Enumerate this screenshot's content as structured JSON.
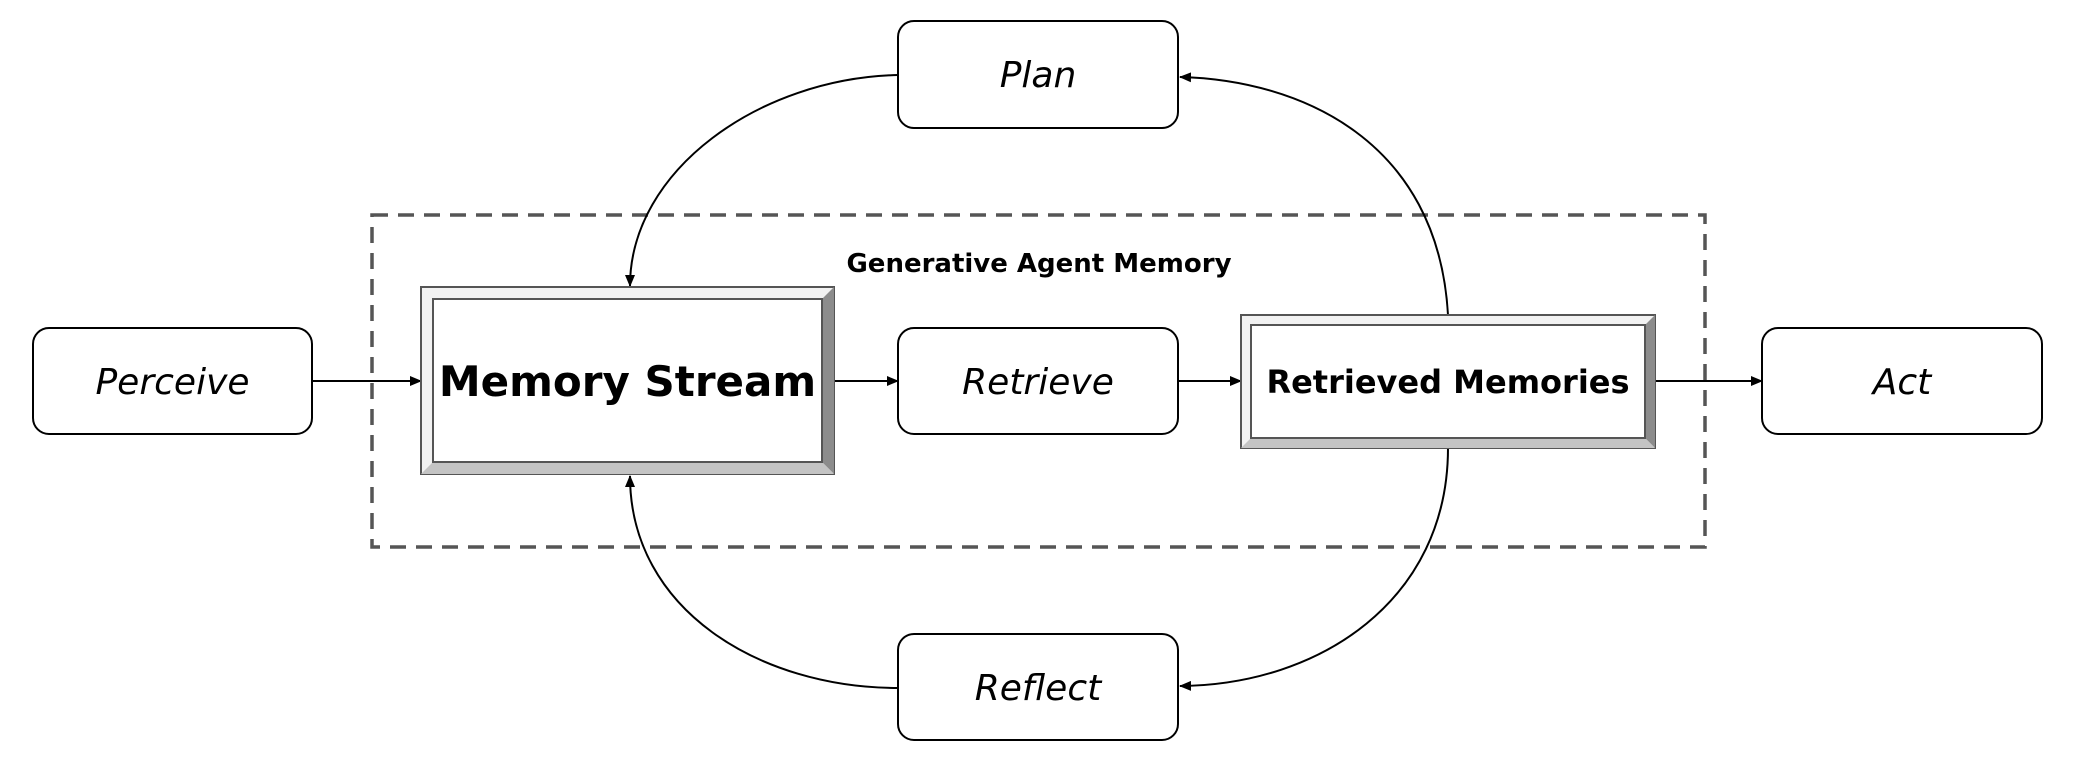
{
  "group": {
    "label": "Generative Agent Memory"
  },
  "nodes": {
    "perceive": {
      "label": "Perceive"
    },
    "memory_stream": {
      "label": "Memory Stream"
    },
    "retrieve": {
      "label": "Retrieve"
    },
    "retrieved_memories": {
      "label": "Retrieved Memories"
    },
    "act": {
      "label": "Act"
    },
    "plan": {
      "label": "Plan"
    },
    "reflect": {
      "label": "Reflect"
    }
  },
  "edges": [
    {
      "from": "Perceive",
      "to": "Memory Stream"
    },
    {
      "from": "Memory Stream",
      "to": "Retrieve"
    },
    {
      "from": "Retrieve",
      "to": "Retrieved Memories"
    },
    {
      "from": "Retrieved Memories",
      "to": "Act"
    },
    {
      "from": "Retrieved Memories",
      "to": "Plan"
    },
    {
      "from": "Plan",
      "to": "Memory Stream"
    },
    {
      "from": "Retrieved Memories",
      "to": "Reflect"
    },
    {
      "from": "Reflect",
      "to": "Memory Stream"
    }
  ]
}
